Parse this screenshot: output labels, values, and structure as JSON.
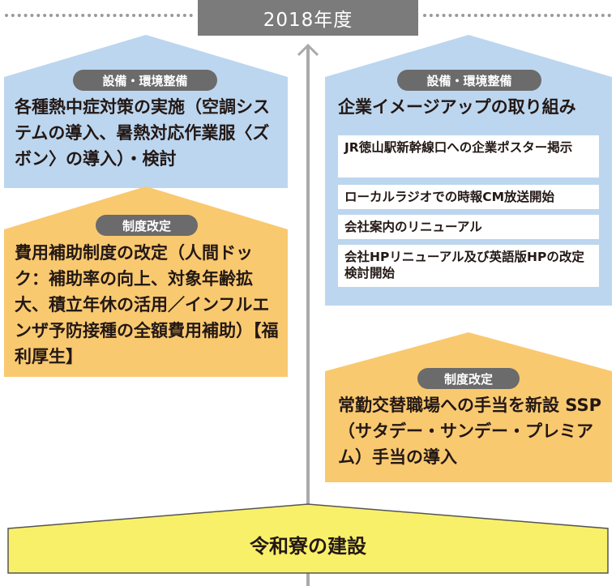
{
  "header": {
    "year": "2018年度"
  },
  "left_top": {
    "badge": "設備・環境整備",
    "text": "各種熱中症対策の実施（空調システムの導入、暑熱対応作業服〈ズボン〉の導入）・検討"
  },
  "left_bottom": {
    "badge": "制度改定",
    "text": "費用補助制度の改定（人間ドック：補助率の向上、対象年齢拡大、積立年休の活用／インフルエンザ予防接種の全額費用補助）【福利厚生】"
  },
  "right_top": {
    "badge": "設備・環境整備",
    "title": "企業イメージアップの取り組み",
    "items": [
      "JR徳山駅新幹線口への企業ポスター掲示",
      "ローカルラジオでの時報CM放送開始",
      "会社案内のリニューアル",
      "会社HPリニューアル及び英語版HPの改定検討開始"
    ]
  },
  "right_bottom": {
    "badge": "制度改定",
    "text": "常勤交替職場への手当を新設 SSP（サタデー・サンデー・プレミアム）手当の導入"
  },
  "footer": {
    "title": "令和寮の建設"
  },
  "colors": {
    "blue": "#bcd6ef",
    "orange": "#f9c970",
    "yellow": "#f9f06a",
    "badge": "#6b6b6b",
    "header": "#7b7b7b"
  }
}
